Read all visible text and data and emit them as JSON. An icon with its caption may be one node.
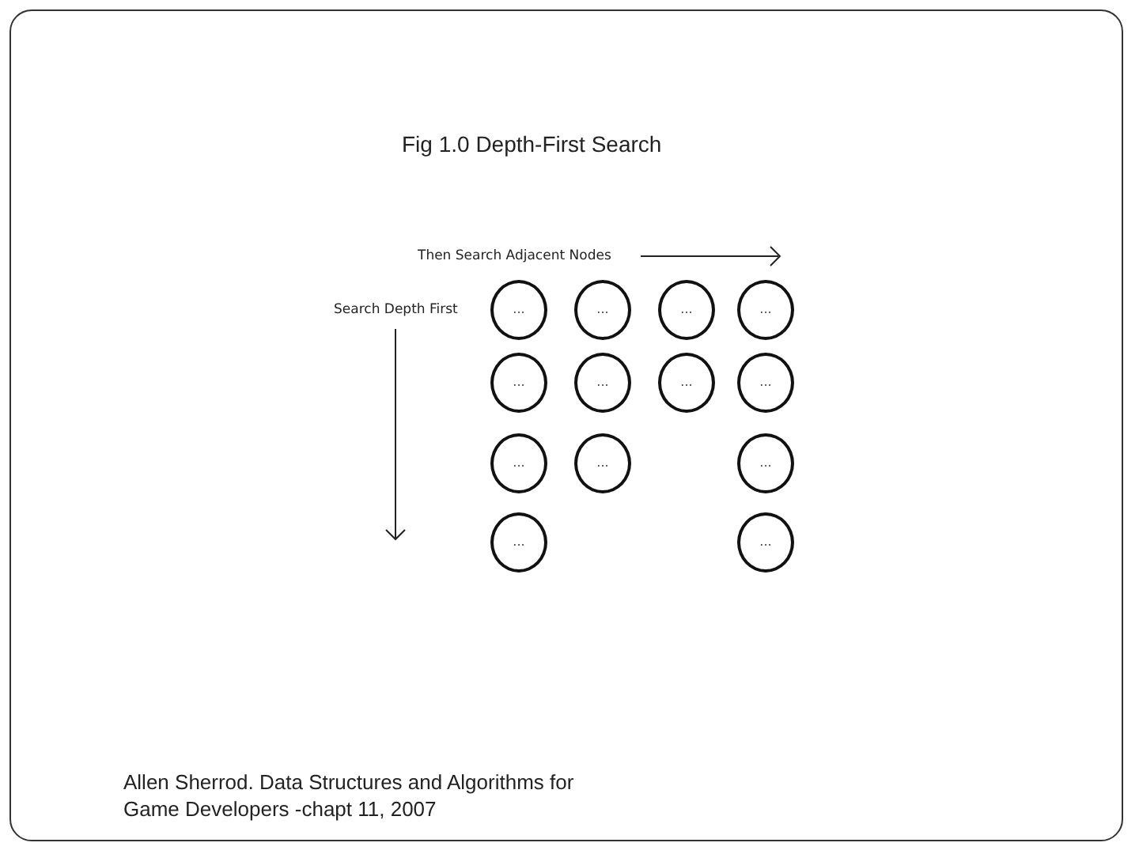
{
  "diagram": {
    "title": "Fig 1.0 Depth-First Search",
    "caption": "Allen Sherrod. Data Structures and Algorithms for Game Developers -chapt 11, 2007",
    "nodes": [
      {
        "text": [
          "..."
        ]
      },
      {
        "text": [
          "..."
        ]
      },
      {
        "text": [
          "..."
        ]
      },
      {
        "text": [
          "..."
        ]
      },
      {
        "text": [
          "..."
        ]
      },
      {
        "text": [
          "..."
        ]
      },
      {
        "text": [
          "..."
        ]
      },
      {
        "text": [
          "..."
        ]
      },
      {
        "text": [
          "..."
        ]
      },
      {
        "text": [
          "..."
        ]
      },
      {
        "text": [
          "..."
        ]
      },
      {
        "text": [
          "..."
        ]
      },
      {
        "text": [
          "..."
        ]
      }
    ],
    "edges": [],
    "labels": [
      "Then Search Adjacent Nodes",
      "Search Depth First"
    ]
  }
}
